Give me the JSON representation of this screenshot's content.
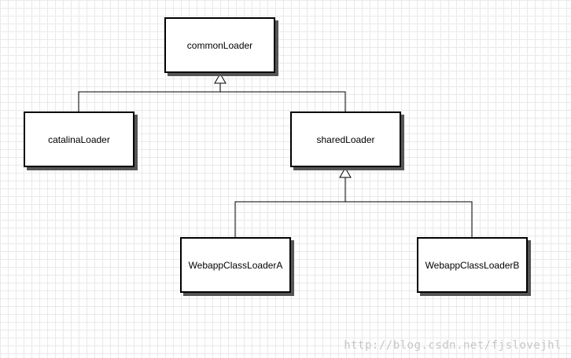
{
  "diagram": {
    "nodes": {
      "common": "commonLoader",
      "catalina": "catalinaLoader",
      "shared": "sharedLoader",
      "webapp_a": "WebappClassLoaderA",
      "webapp_b": "WebappClassLoaderB"
    },
    "relations": [
      {
        "child": "catalina",
        "parent": "common",
        "type": "generalization"
      },
      {
        "child": "shared",
        "parent": "common",
        "type": "generalization"
      },
      {
        "child": "webapp_a",
        "parent": "shared",
        "type": "generalization"
      },
      {
        "child": "webapp_b",
        "parent": "shared",
        "type": "generalization"
      }
    ]
  },
  "watermark": "http://blog.csdn.net/fjslovejhl",
  "colors": {
    "line": "#000000",
    "shadow": "#555555",
    "grid": "#e9e9e9",
    "watermark": "#c6c6c6"
  }
}
